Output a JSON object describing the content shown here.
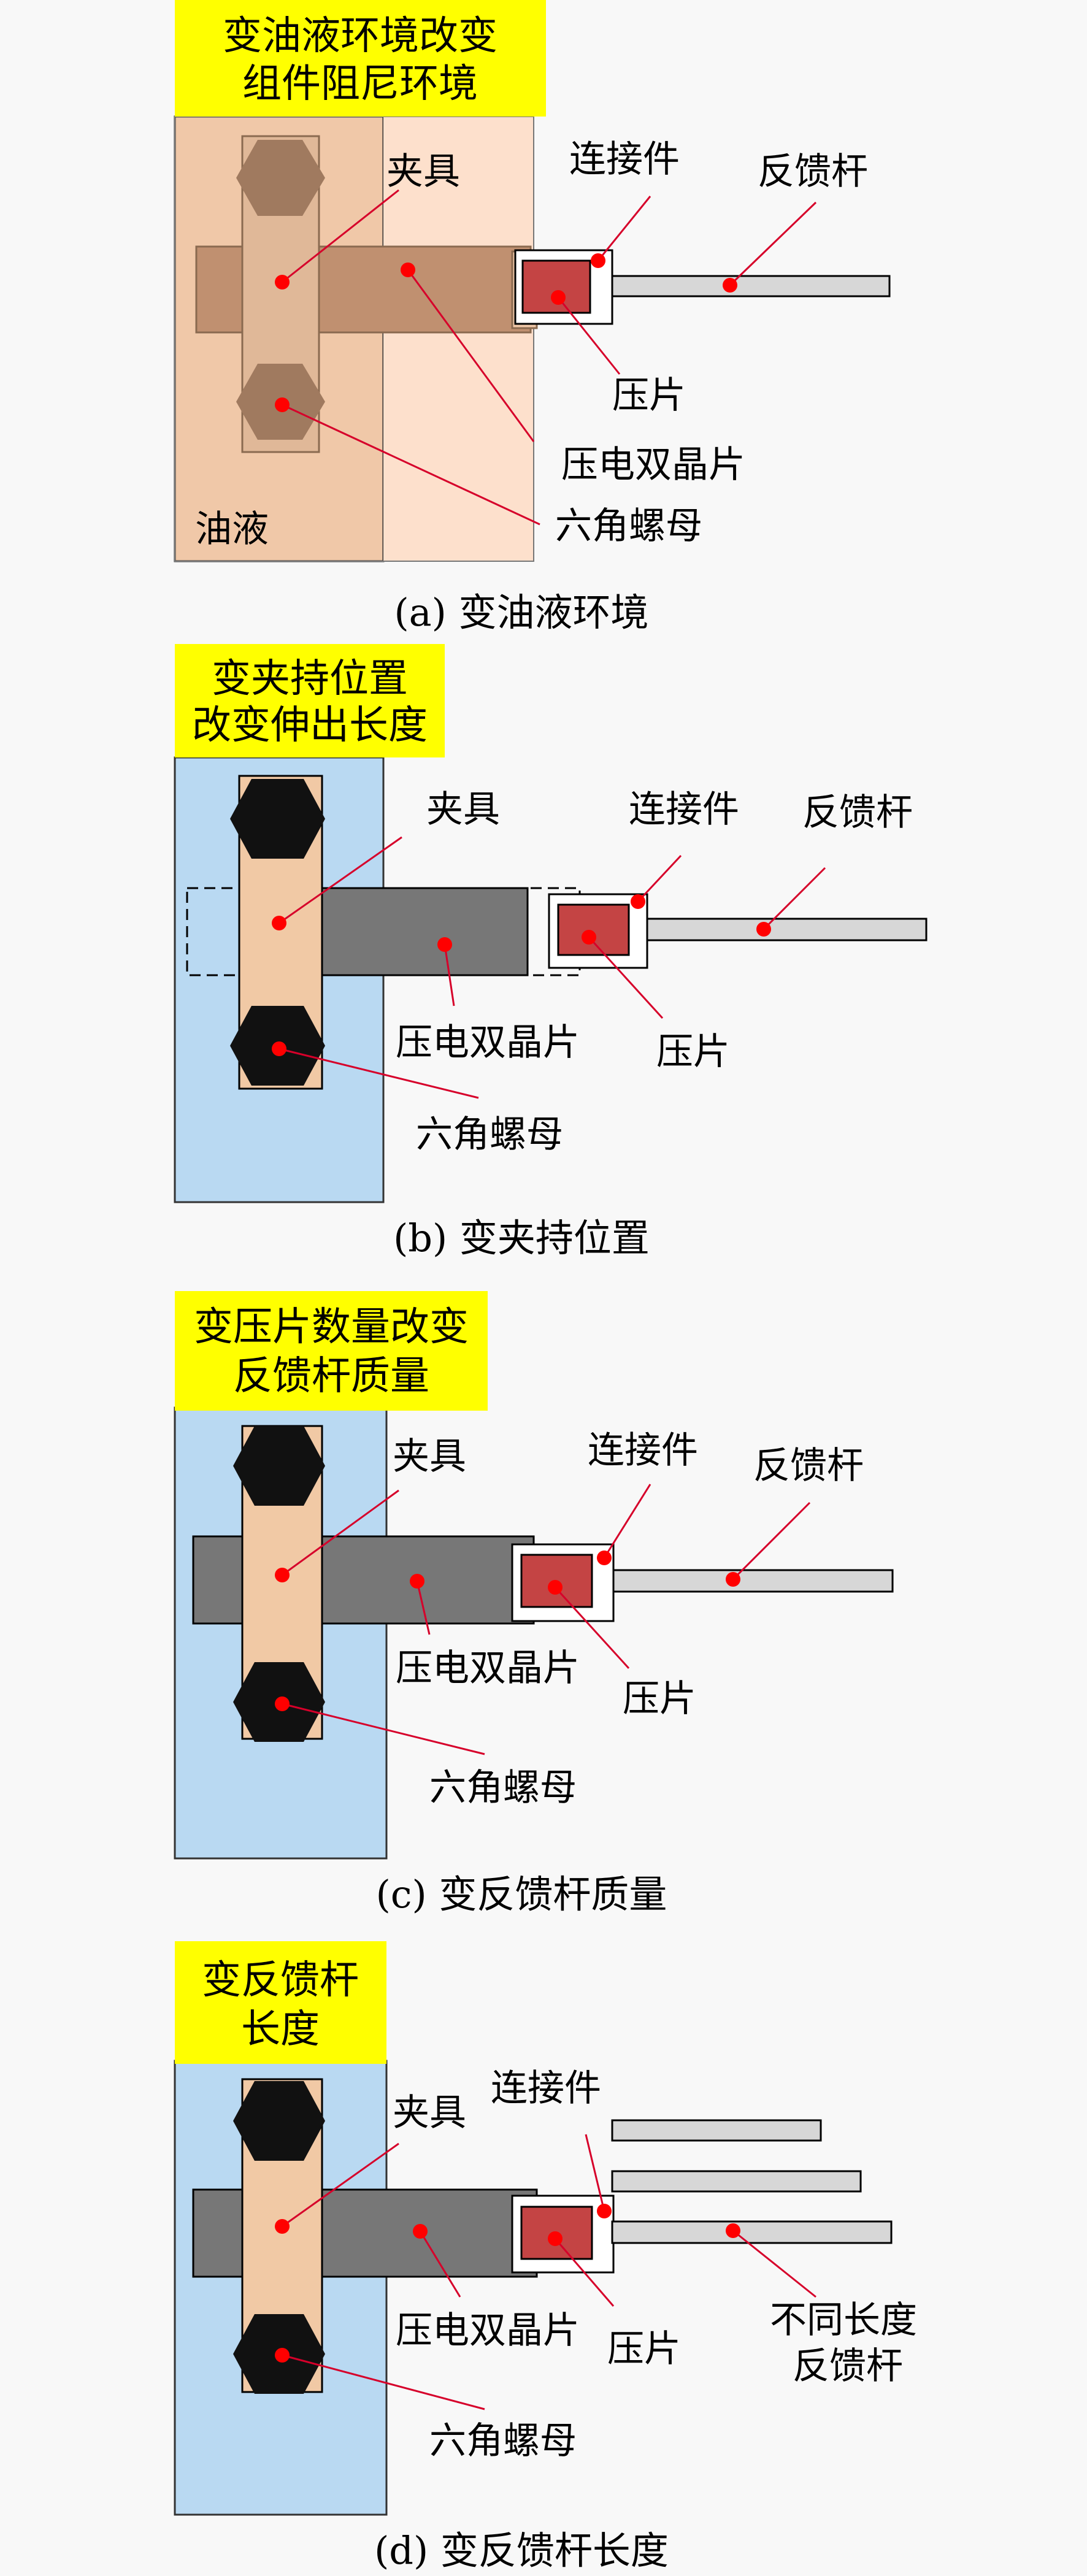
{
  "colors": {
    "background": "#f8f8f8",
    "yellow_box": "#ffff00",
    "oil": "#f0c8a8",
    "oil_light": "#fde0cc",
    "oil_fixture": "#e0b898",
    "water": "#b9d9f2",
    "fixture": "#f1c9a5",
    "bimorph": "#777777",
    "bimorph_oil": "#c09070",
    "hex_nut": "#111111",
    "hex_nut_oil": "#a07a5f",
    "press_plate": "#c44444",
    "rod": "#d7d7d7",
    "leader": "#d6002a",
    "dot": "#ff0000"
  },
  "panels": [
    {
      "id": "a",
      "box_lines": [
        "变油液环境改变",
        "组件阻尼环境"
      ],
      "caption": "(a) 变油液环境",
      "labels": {
        "fixture": "夹具",
        "connector": "连接件",
        "feedback_rod": "反馈杆",
        "press_plate": "压片",
        "bimorph": "压电双晶片",
        "hex_nut": "六角螺母",
        "oil": "油液"
      }
    },
    {
      "id": "b",
      "box_lines": [
        "变夹持位置",
        "改变伸出长度"
      ],
      "caption": "(b) 变夹持位置",
      "labels": {
        "fixture": "夹具",
        "connector": "连接件",
        "feedback_rod": "反馈杆",
        "bimorph": "压电双晶片",
        "press_plate": "压片",
        "hex_nut": "六角螺母"
      }
    },
    {
      "id": "c",
      "box_lines": [
        "变压片数量改变",
        "反馈杆质量"
      ],
      "caption": "(c) 变反馈杆质量",
      "labels": {
        "fixture": "夹具",
        "connector": "连接件",
        "feedback_rod": "反馈杆",
        "bimorph": "压电双晶片",
        "press_plate": "压片",
        "hex_nut": "六角螺母"
      }
    },
    {
      "id": "d",
      "box_lines": [
        "变反馈杆",
        "长度"
      ],
      "caption": "(d) 变反馈杆长度",
      "labels": {
        "fixture": "夹具",
        "connector": "连接件",
        "bimorph": "压电双晶片",
        "press_plate": "压片",
        "rods_line1": "不同长度",
        "rods_line2": "反馈杆",
        "hex_nut": "六角螺母"
      }
    }
  ]
}
